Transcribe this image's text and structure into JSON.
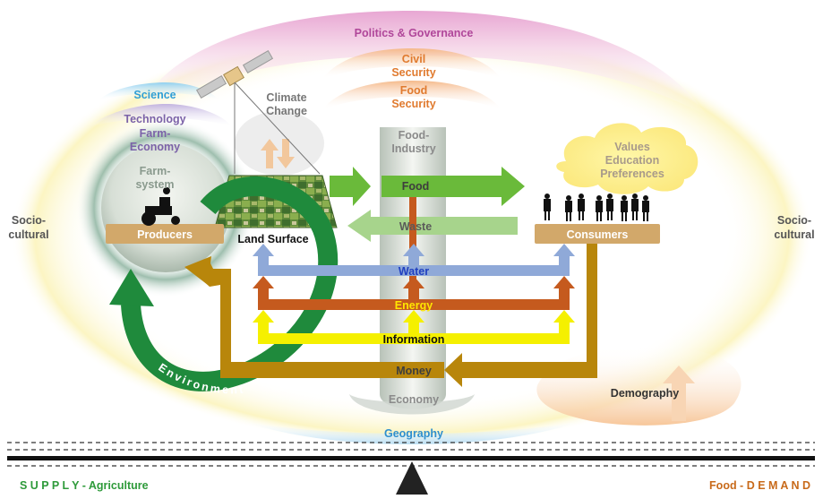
{
  "labels": {
    "politics": "Politics & Governance",
    "civil_security": [
      "Civil",
      "Security"
    ],
    "food_security": [
      "Food",
      "Security"
    ],
    "science": "Science",
    "technology": "Technology",
    "farm_economy": [
      "Farm-",
      "Economy"
    ],
    "farm_system": [
      "Farm-",
      "system"
    ],
    "producers": "Producers",
    "climate_change": [
      "Climate",
      "Change"
    ],
    "land_surface": "Land Surface",
    "food_industry": [
      "Food-",
      "Industry"
    ],
    "food": "Food",
    "waste": "Waste",
    "water": "Water",
    "energy": "Energy",
    "information": "Information",
    "money": "Money",
    "economy": "Economy",
    "geography": "Geography",
    "environment": "Environment",
    "values": [
      "Values",
      "Education",
      "Preferences"
    ],
    "consumers": "Consumers",
    "demography": "Demography",
    "sociocultural_left": [
      "Socio-",
      "cultural"
    ],
    "sociocultural_right": [
      "Socio-",
      "cultural"
    ],
    "supply": "S U P P L Y - Agriculture",
    "demand": "Food - D E M A N D"
  },
  "colors": {
    "politics": "#b0479a",
    "security": "#e07a2e",
    "science": "#2f9fd6",
    "technology": "#7b62a8",
    "grey": "#8a8a8a",
    "green": "#6aba3a",
    "dark_green": "#1f8a3c",
    "water": "#8fa9d8",
    "water_text": "#2040c0",
    "energy": "#c55a1e",
    "energy_text": "#ffe600",
    "information": "#f5f000",
    "money": "#b8860b",
    "producers_bar": "#d2a86a",
    "supply_text": "#2e9a3a",
    "demand_text": "#c86a1a"
  },
  "icons": {
    "satellite": "satellite-icon",
    "tractor": "tractor-icon",
    "people": "people-silhouette-icon",
    "fulcrum": "fulcrum-triangle-icon"
  }
}
